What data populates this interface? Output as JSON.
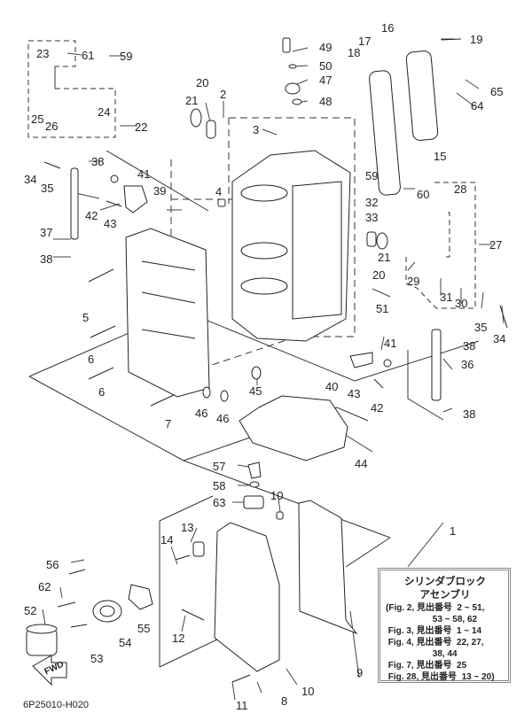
{
  "diagram": {
    "title": "Cylinder Block Assembly Exploded View",
    "figure_code": "6P25010-H020",
    "direction_label": "FWD",
    "callouts": [
      {
        "id": "c1",
        "label": "1"
      },
      {
        "id": "c2",
        "label": "2"
      },
      {
        "id": "c3",
        "label": "3"
      },
      {
        "id": "c4",
        "label": "4"
      },
      {
        "id": "c5",
        "label": "5"
      },
      {
        "id": "c6a",
        "label": "6"
      },
      {
        "id": "c6b",
        "label": "6"
      },
      {
        "id": "c7",
        "label": "7"
      },
      {
        "id": "c8",
        "label": "8"
      },
      {
        "id": "c9",
        "label": "9"
      },
      {
        "id": "c10a",
        "label": "10"
      },
      {
        "id": "c10b",
        "label": "10"
      },
      {
        "id": "c11",
        "label": "11"
      },
      {
        "id": "c12",
        "label": "12"
      },
      {
        "id": "c13",
        "label": "13"
      },
      {
        "id": "c14",
        "label": "14"
      },
      {
        "id": "c15",
        "label": "15"
      },
      {
        "id": "c16",
        "label": "16"
      },
      {
        "id": "c17",
        "label": "17"
      },
      {
        "id": "c18",
        "label": "18"
      },
      {
        "id": "c19",
        "label": "19"
      },
      {
        "id": "c20a",
        "label": "20"
      },
      {
        "id": "c20b",
        "label": "20"
      },
      {
        "id": "c21a",
        "label": "21"
      },
      {
        "id": "c21b",
        "label": "21"
      },
      {
        "id": "c22",
        "label": "22"
      },
      {
        "id": "c23",
        "label": "23"
      },
      {
        "id": "c24",
        "label": "24"
      },
      {
        "id": "c25",
        "label": "25"
      },
      {
        "id": "c26",
        "label": "26"
      },
      {
        "id": "c27",
        "label": "27"
      },
      {
        "id": "c28",
        "label": "28"
      },
      {
        "id": "c29",
        "label": "29"
      },
      {
        "id": "c30",
        "label": "30"
      },
      {
        "id": "c31",
        "label": "31"
      },
      {
        "id": "c32",
        "label": "32"
      },
      {
        "id": "c33",
        "label": "33"
      },
      {
        "id": "c34a",
        "label": "34"
      },
      {
        "id": "c34b",
        "label": "34"
      },
      {
        "id": "c35a",
        "label": "35"
      },
      {
        "id": "c35b",
        "label": "35"
      },
      {
        "id": "c36",
        "label": "36"
      },
      {
        "id": "c37",
        "label": "37"
      },
      {
        "id": "c38a",
        "label": "38"
      },
      {
        "id": "c38b",
        "label": "38"
      },
      {
        "id": "c38c",
        "label": "38"
      },
      {
        "id": "c38d",
        "label": "38"
      },
      {
        "id": "c39",
        "label": "39"
      },
      {
        "id": "c40",
        "label": "40"
      },
      {
        "id": "c41a",
        "label": "41"
      },
      {
        "id": "c41b",
        "label": "41"
      },
      {
        "id": "c42a",
        "label": "42"
      },
      {
        "id": "c42b",
        "label": "42"
      },
      {
        "id": "c43a",
        "label": "43"
      },
      {
        "id": "c43b",
        "label": "43"
      },
      {
        "id": "c44",
        "label": "44"
      },
      {
        "id": "c45",
        "label": "45"
      },
      {
        "id": "c46a",
        "label": "46"
      },
      {
        "id": "c46b",
        "label": "46"
      },
      {
        "id": "c47",
        "label": "47"
      },
      {
        "id": "c48",
        "label": "48"
      },
      {
        "id": "c49",
        "label": "49"
      },
      {
        "id": "c50",
        "label": "50"
      },
      {
        "id": "c51",
        "label": "51"
      },
      {
        "id": "c52",
        "label": "52"
      },
      {
        "id": "c53",
        "label": "53"
      },
      {
        "id": "c54",
        "label": "54"
      },
      {
        "id": "c55",
        "label": "55"
      },
      {
        "id": "c56",
        "label": "56"
      },
      {
        "id": "c57",
        "label": "57"
      },
      {
        "id": "c58",
        "label": "58"
      },
      {
        "id": "c59a",
        "label": "59"
      },
      {
        "id": "c59b",
        "label": "59"
      },
      {
        "id": "c60",
        "label": "60"
      },
      {
        "id": "c61",
        "label": "61"
      },
      {
        "id": "c62",
        "label": "62"
      },
      {
        "id": "c63",
        "label": "63"
      },
      {
        "id": "c64",
        "label": "64"
      },
      {
        "id": "c65",
        "label": "65"
      }
    ]
  },
  "legend": {
    "title_line1": "シリンダブロック",
    "title_line2": "アセンブリ",
    "lines": [
      "(Fig. 2, 見出番号  2 ~ 51,",
      "                   53 ~ 58, 62",
      " Fig. 3, 見出番号  1 ~ 14",
      " Fig. 4, 見出番号  22, 27,",
      "                   38, 44",
      " Fig. 7, 見出番号  25",
      " Fig. 28, 見出番号  13 ~ 20)"
    ]
  }
}
